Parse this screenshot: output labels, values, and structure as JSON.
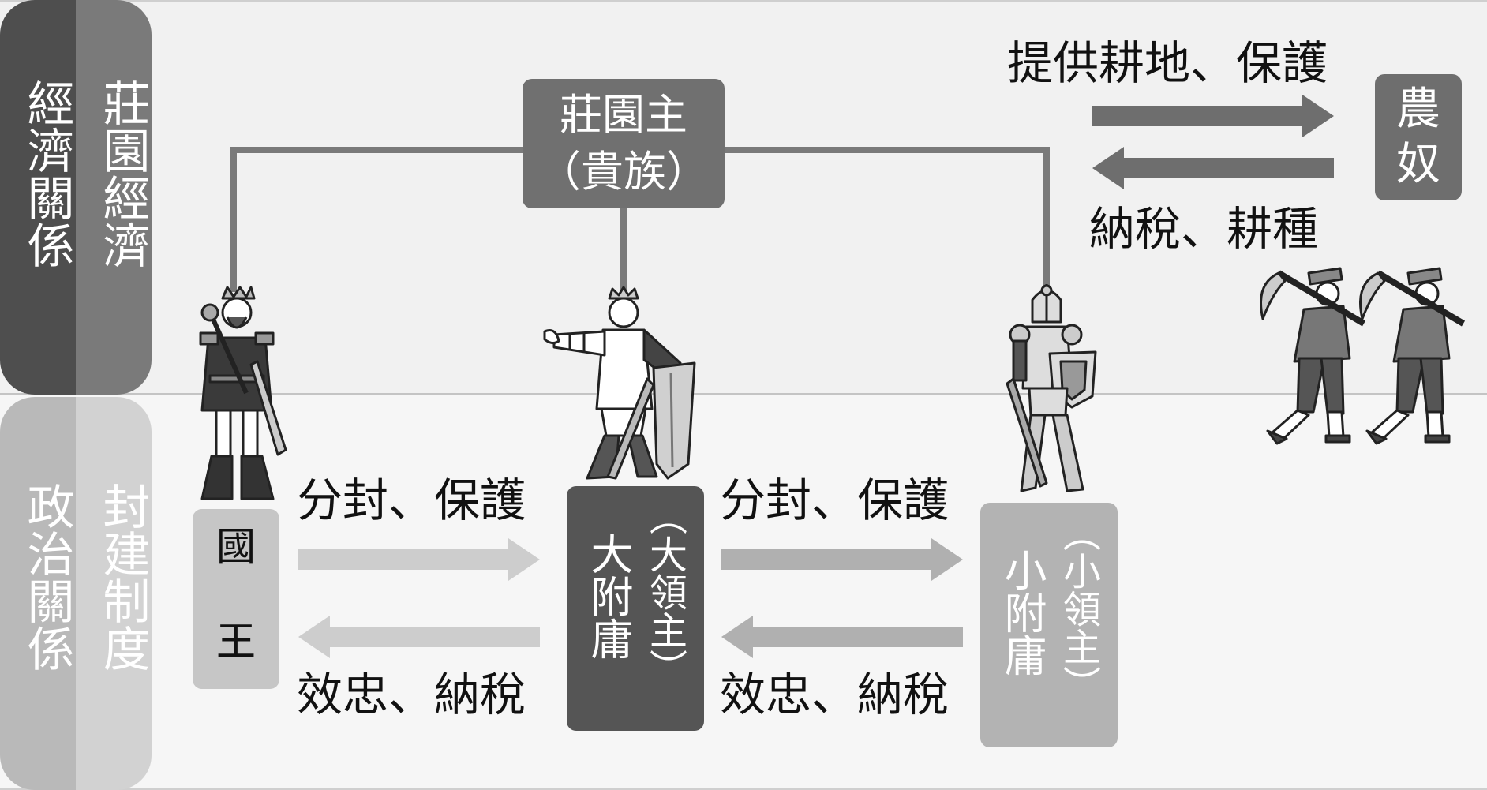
{
  "side_panels": {
    "top": {
      "col1": "經濟關係",
      "col2": "莊園經濟"
    },
    "bottom": {
      "col1": "政治關係",
      "col2": "封建制度"
    }
  },
  "nodes": {
    "lord": {
      "line1": "莊園主",
      "line2": "（貴族）"
    },
    "serf": {
      "line1": "農",
      "line2": "奴"
    },
    "king": {
      "line1": "國",
      "line2": "王"
    },
    "big_vassal": {
      "main": "大附庸",
      "sub": "（大領主）"
    },
    "small_vassal": {
      "main": "小附庸",
      "sub": "（小領主）"
    }
  },
  "arrows": {
    "lord_to_serf": "提供耕地、保護",
    "serf_to_lord": "納稅、耕種",
    "king_to_big": "分封、保護",
    "big_to_king": "效忠、納稅",
    "big_to_small": "分封、保護",
    "small_to_big": "效忠、納稅"
  },
  "colors": {
    "top_band": "#f1f1f1",
    "bottom_band": "#f6f6f6",
    "dark_gray": "#555555",
    "mid_gray": "#707070",
    "light_gray": "#c6c6c6"
  }
}
